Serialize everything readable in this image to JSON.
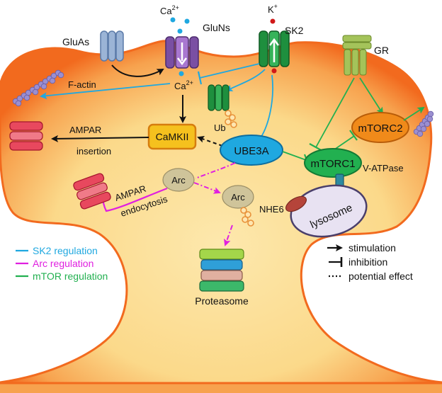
{
  "labels": {
    "ca_top": "Ca",
    "ca_top_sup": "2+",
    "k_top": "K",
    "k_top_sup": "+",
    "gluas": "GluAs",
    "gluns": "GluNs",
    "sk2": "SK2",
    "gr": "GR",
    "factin": "F-actin",
    "ca_inner": "Ca",
    "ca_inner_sup": "2+",
    "camkii": "CaMKII",
    "ub": "Ub",
    "mtorc2": "mTORC2",
    "ampar_insertion_1": "AMPAR",
    "ampar_insertion_2": "insertion",
    "ube3a": "UBE3A",
    "mtorc1": "mTORC1",
    "vatpase": "V-ATPase",
    "arc1": "Arc",
    "arc2": "Arc",
    "ampar_endo_1": "AMPAR",
    "ampar_endo_2": "endocytosis",
    "nhe6": "NHE6",
    "lysosome": "lysosome",
    "proteasome": "Proteasome"
  },
  "legend_left": [
    {
      "label": "SK2 regulation",
      "color": "#1fa8e0"
    },
    {
      "label": "Arc regulation",
      "color": "#e020e0"
    },
    {
      "label": "mTOR regulation",
      "color": "#22b050"
    }
  ],
  "legend_right": [
    {
      "label": "stimulation"
    },
    {
      "label": "inhibition"
    },
    {
      "label": "potential effect"
    }
  ],
  "colors": {
    "cell_edge": "#f26a1e",
    "cell_inner": "#fbe3a2",
    "sk2_path": "#1fa8e0",
    "arc_path": "#e020e0",
    "mtor_path": "#22b050"
  }
}
